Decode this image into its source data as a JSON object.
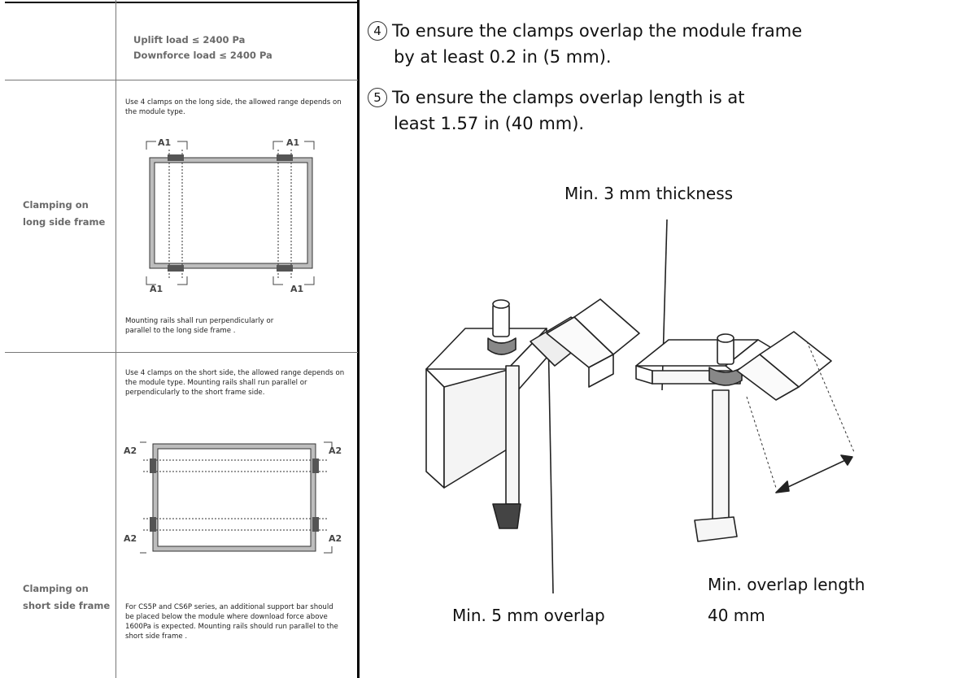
{
  "table": {
    "load_row": {
      "uplift": "Uplift load ≤ 2400 Pa",
      "downforce": "Downforce load ≤ 2400 Pa"
    },
    "long_side": {
      "label": "Clamping on long side frame",
      "intro": "Use 4 clamps on the long side, the allowed range depends on the module type.",
      "note": "Mounting rails shall run perpendicularly or parallel to the long side frame .",
      "marker": "A1"
    },
    "short_side": {
      "label": "Clamping on short side frame",
      "intro": "Use 4 clamps on the short side, the allowed range depends on the module type. Mounting rails shall run parallel or perpendicularly to the short frame side.",
      "note": "For CS5P and CS6P series, an additional support bar should be placed below the module where download force above 1600Pa is expected. Mounting rails should run parallel to the short side frame .",
      "marker": "A2"
    }
  },
  "instructions": {
    "steps": [
      {
        "num": "4",
        "line1": "To ensure the clamps overlap the module frame",
        "line2": "by at least 0.2 in (5 mm)."
      },
      {
        "num": "5",
        "line1": "To ensure the clamps overlap length is at",
        "line2": "least 1.57 in (40 mm)."
      }
    ],
    "callouts": {
      "thickness": "Min. 3 mm thickness",
      "overlap": "Min. 5 mm overlap",
      "overlap_length_1": "Min. overlap length",
      "overlap_length_2": "40 mm"
    }
  },
  "colors": {
    "frame_fill": "#bdbdbd",
    "clamp_fill": "#555555",
    "label_gray": "#6a6a6a"
  }
}
